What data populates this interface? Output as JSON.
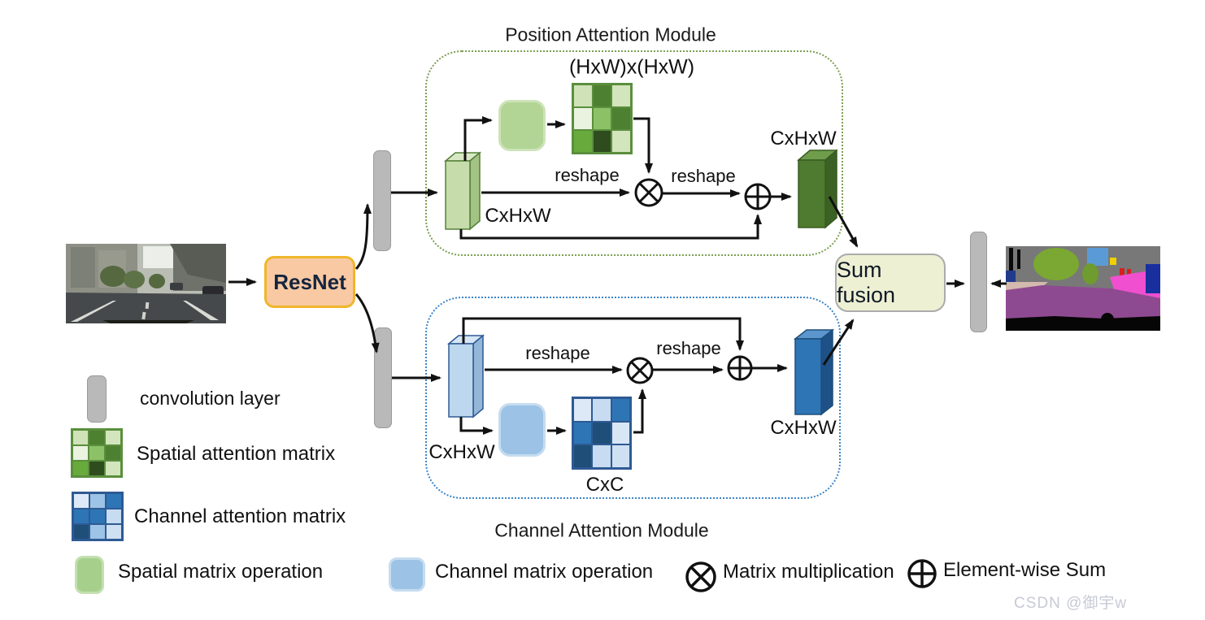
{
  "diagram": {
    "resnet_label": "ResNet",
    "sum_fusion_label": "Sum fusion",
    "position_module": {
      "title": "Position Attention Module",
      "attention_size_label": "(HxW)x(HxW)",
      "reshape_label_1": "reshape",
      "reshape_label_2": "reshape",
      "feature_size_label": "CxHxW",
      "output_size_label": "CxHxW",
      "spatial_attention_matrix_cells": [
        "#cfe2b8",
        "#4e8032",
        "#d3e5bd",
        "#eaf2e0",
        "#8cc167",
        "#4e8032",
        "#68aa3c",
        "#2f4c1e",
        "#d3e5bd"
      ]
    },
    "channel_module": {
      "title": "Channel Attention Module",
      "reshape_label_1": "reshape",
      "reshape_label_2": "reshape",
      "feature_size_label": "CxHxW",
      "attention_size_label": "CxC",
      "output_size_label": "CxHxW",
      "channel_attention_matrix_cells": [
        "#dde9f6",
        "#c7dcf1",
        "#2e75b6",
        "#2e75b6",
        "#1f4e79",
        "#d8e6f5",
        "#1f4e79",
        "#c7dcf1",
        "#cfe0f2"
      ]
    }
  },
  "legend": {
    "convolution_layer_label": "convolution layer",
    "spatial_attention_matrix_label": "Spatial attention matrix",
    "channel_attention_matrix_label": "Channel attention matrix",
    "spatial_matrix_operation_label": "Spatial matrix operation",
    "channel_matrix_operation_label": "Channel matrix operation",
    "matrix_multiplication_label": "Matrix multiplication",
    "element_wise_sum_label": "Element-wise Sum",
    "spatial_matrix_cells": [
      "#cfe2b8",
      "#4e8032",
      "#d3e5bd",
      "#eaf2e0",
      "#8cc167",
      "#4e8032",
      "#68aa3c",
      "#2f4c1e",
      "#d3e5bd"
    ],
    "channel_matrix_cells": [
      "#dde9f6",
      "#9dc3e6",
      "#2e75b6",
      "#2e75b6",
      "#2e75b6",
      "#c7dcf1",
      "#1f4e79",
      "#9dc3e6",
      "#cfe0f2"
    ]
  },
  "watermark": "CSDN @御宇w",
  "colors": {
    "resnet_fill": "#f8c9a2",
    "resnet_border": "#f0b62a",
    "conv_layer_gray": "#b9b9b9",
    "sum_fusion_fill": "#eef0d3",
    "position_module_accent": "#7d9f52",
    "channel_module_accent": "#3d85c8",
    "spatial_operation_fill": "#a9d18e",
    "channel_operation_fill": "#9dc3e6",
    "light_green_block": "#c6dcaa",
    "dark_green_block": "#4e7b2f",
    "light_blue_block": "#bdd7ee",
    "dark_blue_block": "#2e75b6"
  }
}
